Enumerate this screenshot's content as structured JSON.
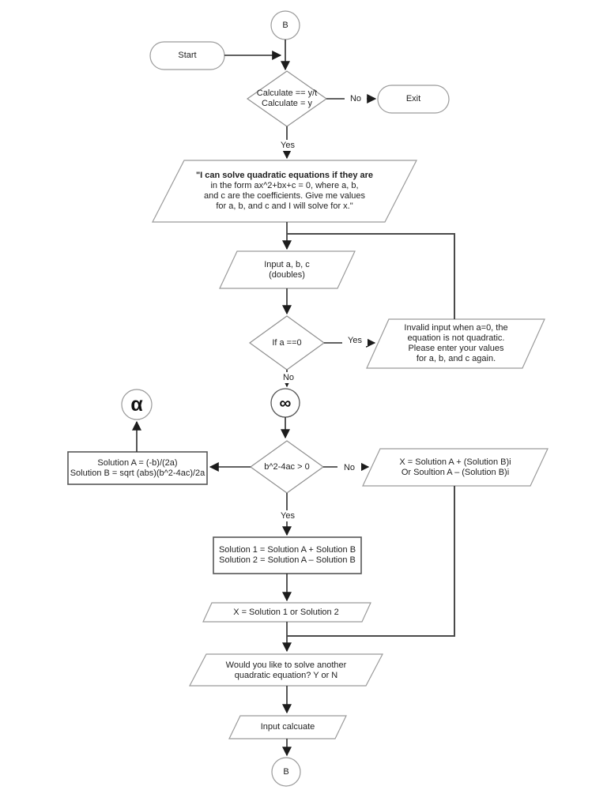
{
  "colors": {
    "background": "#ffffff",
    "connector_line": "#2d2d2d",
    "feedback_line": "#4a4a4a",
    "shape_border": "#9a9a9a",
    "process_border": "#565656",
    "text": "#1f1f1f"
  },
  "flowchart": {
    "nodes": {
      "connector_top": {
        "label": "B"
      },
      "start": {
        "label": "Start"
      },
      "decision_calculate": {
        "lines": [
          "Calculate == y/t",
          "Calculate = y"
        ]
      },
      "exit": {
        "label": "Exit"
      },
      "intro_message": {
        "lines": [
          "\"I can solve quadratic equations if they are",
          "in the form ax^2+bx+c = 0, where a, b,",
          "and c are the coefficients. Give me values",
          "for a, b, and c and I will solve for x.\""
        ]
      },
      "input_abc": {
        "lines": [
          "Input a, b, c",
          "(doubles)"
        ]
      },
      "decision_a_zero": {
        "label": "If a ==0"
      },
      "invalid_input": {
        "lines": [
          "Invalid input when a=0, the",
          "equation is not quadratic.",
          "Please enter your values",
          "for a, b, and c again."
        ]
      },
      "loop_connector": {
        "label": "∞"
      },
      "alpha_connector": {
        "label": "α"
      },
      "decision_discriminant": {
        "label": "b^2-4ac > 0"
      },
      "solutions_ab": {
        "lines": [
          "Solution A = (-b)/(2a)",
          "Solution B = sqrt (abs)(b^2-4ac)/2a"
        ]
      },
      "complex_result": {
        "lines": [
          "X = Solution A + (Solution B)i",
          "Or Soultion A – (Solution B)i"
        ]
      },
      "solutions_12": {
        "lines": [
          "Solution 1 = Solution A + Solution B",
          "Solution 2 = Solution A – Solution B"
        ]
      },
      "x_result": {
        "label": "X = Solution 1 or Solution 2"
      },
      "ask_another": {
        "lines": [
          "Would you like to solve another",
          "quadratic equation? Y or N"
        ]
      },
      "input_calculate": {
        "label": "Input calcuate"
      },
      "connector_bottom": {
        "label": "B"
      }
    },
    "edge_labels": {
      "calculate_no": "No",
      "calculate_yes": "Yes",
      "a_zero_yes": "Yes",
      "a_zero_no": "No",
      "discriminant_no": "No",
      "discriminant_yes": "Yes"
    }
  }
}
